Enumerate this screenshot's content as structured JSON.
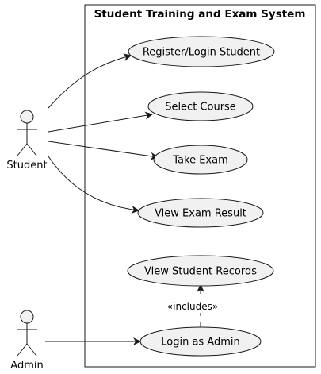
{
  "system": {
    "title": "Student Training and Exam System"
  },
  "actors": {
    "student": "Student",
    "admin": "Admin"
  },
  "use_cases": {
    "register_login": "Register/Login Student",
    "select_course": "Select Course",
    "take_exam": "Take Exam",
    "view_result": "View Exam Result",
    "view_records": "View Student Records",
    "login_admin": "Login as Admin"
  },
  "relations": {
    "includes_label": "«includes»"
  },
  "colors": {
    "fill": "#f1f1f1",
    "stroke": "#181818",
    "background": "#ffffff"
  }
}
